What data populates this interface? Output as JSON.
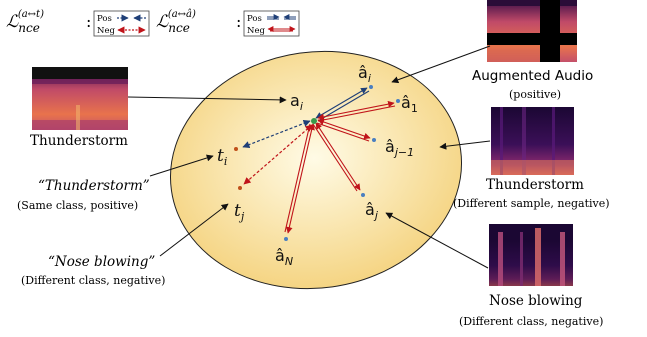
{
  "legend": {
    "loss_text_prefix": "ℒ",
    "loss_sub": "nce",
    "loss1_sup": "(a↔t)",
    "loss2_sup": "(a↔â)",
    "pos_label": "Pos",
    "neg_label": "Neg"
  },
  "nodes": {
    "a_i": "a",
    "a_i_sub": "i",
    "ahat_i": "â",
    "ahat_i_sub": "i",
    "ahat_1": "â",
    "ahat_1_sub": "1",
    "ahat_j_minus_1": "â",
    "ahat_j_minus_1_sub": "j−1",
    "ahat_j": "â",
    "ahat_j_sub": "j",
    "ahat_N": "â",
    "ahat_N_sub": "N",
    "t_i": "t",
    "t_i_sub": "i",
    "t_j": "t",
    "t_j_sub": "j"
  },
  "labels": {
    "thunderstorm_left": "Thunderstorm",
    "augmented_audio": "Augmented Audio",
    "augmented_audio_note": "(positive)",
    "thunderstorm_right": "Thunderstorm",
    "thunderstorm_right_note": "(Different sample, negative)",
    "nose_blowing_right": "Nose blowing",
    "nose_blowing_right_note": "(Different class, negative)",
    "text_thunderstorm": "“Thunderstorm”",
    "text_thunderstorm_note": "(Same class, positive)",
    "text_nose_blowing": "“Nose blowing”",
    "text_nose_blowing_note": "(Different class, negative)"
  },
  "colors": {
    "ellipse_fill_center": "#fffbe6",
    "ellipse_fill_edge": "#f4d17a",
    "positive_arrow": "#1f3f77",
    "negative_arrow": "#c0141a",
    "spec_dark": "#2a0c38",
    "spec_mid": "#b83a6a",
    "spec_bright": "#f08a4e"
  }
}
